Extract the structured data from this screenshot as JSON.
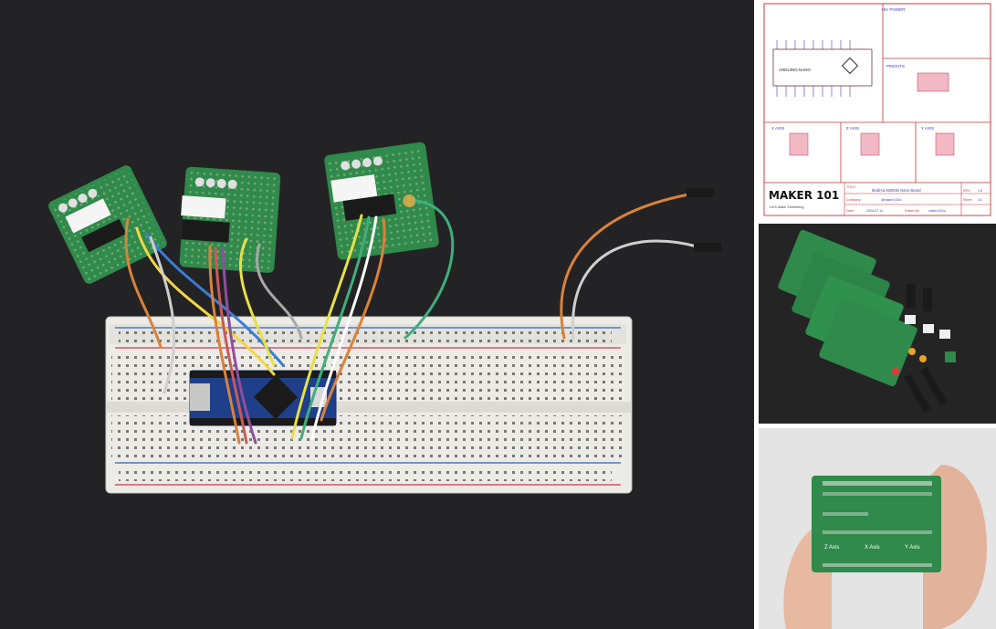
{
  "schematic": {
    "section_power": "+5V POWER",
    "section_pinouts": "PINOUTS",
    "chip_label": "ARDUINO NANO",
    "axis_x": "X AXIS",
    "axis_z": "Z AXIS",
    "axis_y": "Y AXIS",
    "title_label": "TITLE:",
    "title": "Multi-ULN2003s Nano Board",
    "rev_label": "REV:",
    "rev": "1.0",
    "company_label": "Company:",
    "company": "@maker101io",
    "sheet_label": "Sheet:",
    "sheet": "1/1",
    "date_label": "Date:",
    "date": "2024-07-11",
    "drawn_label": "Drawn By:",
    "drawn_by": "maker101io",
    "logo": "MAKER 101",
    "tagline": "Let's Make Something"
  },
  "hand_board": {
    "label_z": "Z Axis",
    "label_x": "X Axis",
    "label_y": "Y Axis"
  },
  "colors": {
    "background_dark": "#232325",
    "pcb_green": "#2f8a4b",
    "breadboard": "#ecebe6",
    "nano_blue": "#1f3f8a",
    "schematic_line": "#c43a3a",
    "schematic_text": "#3a3ac4"
  }
}
